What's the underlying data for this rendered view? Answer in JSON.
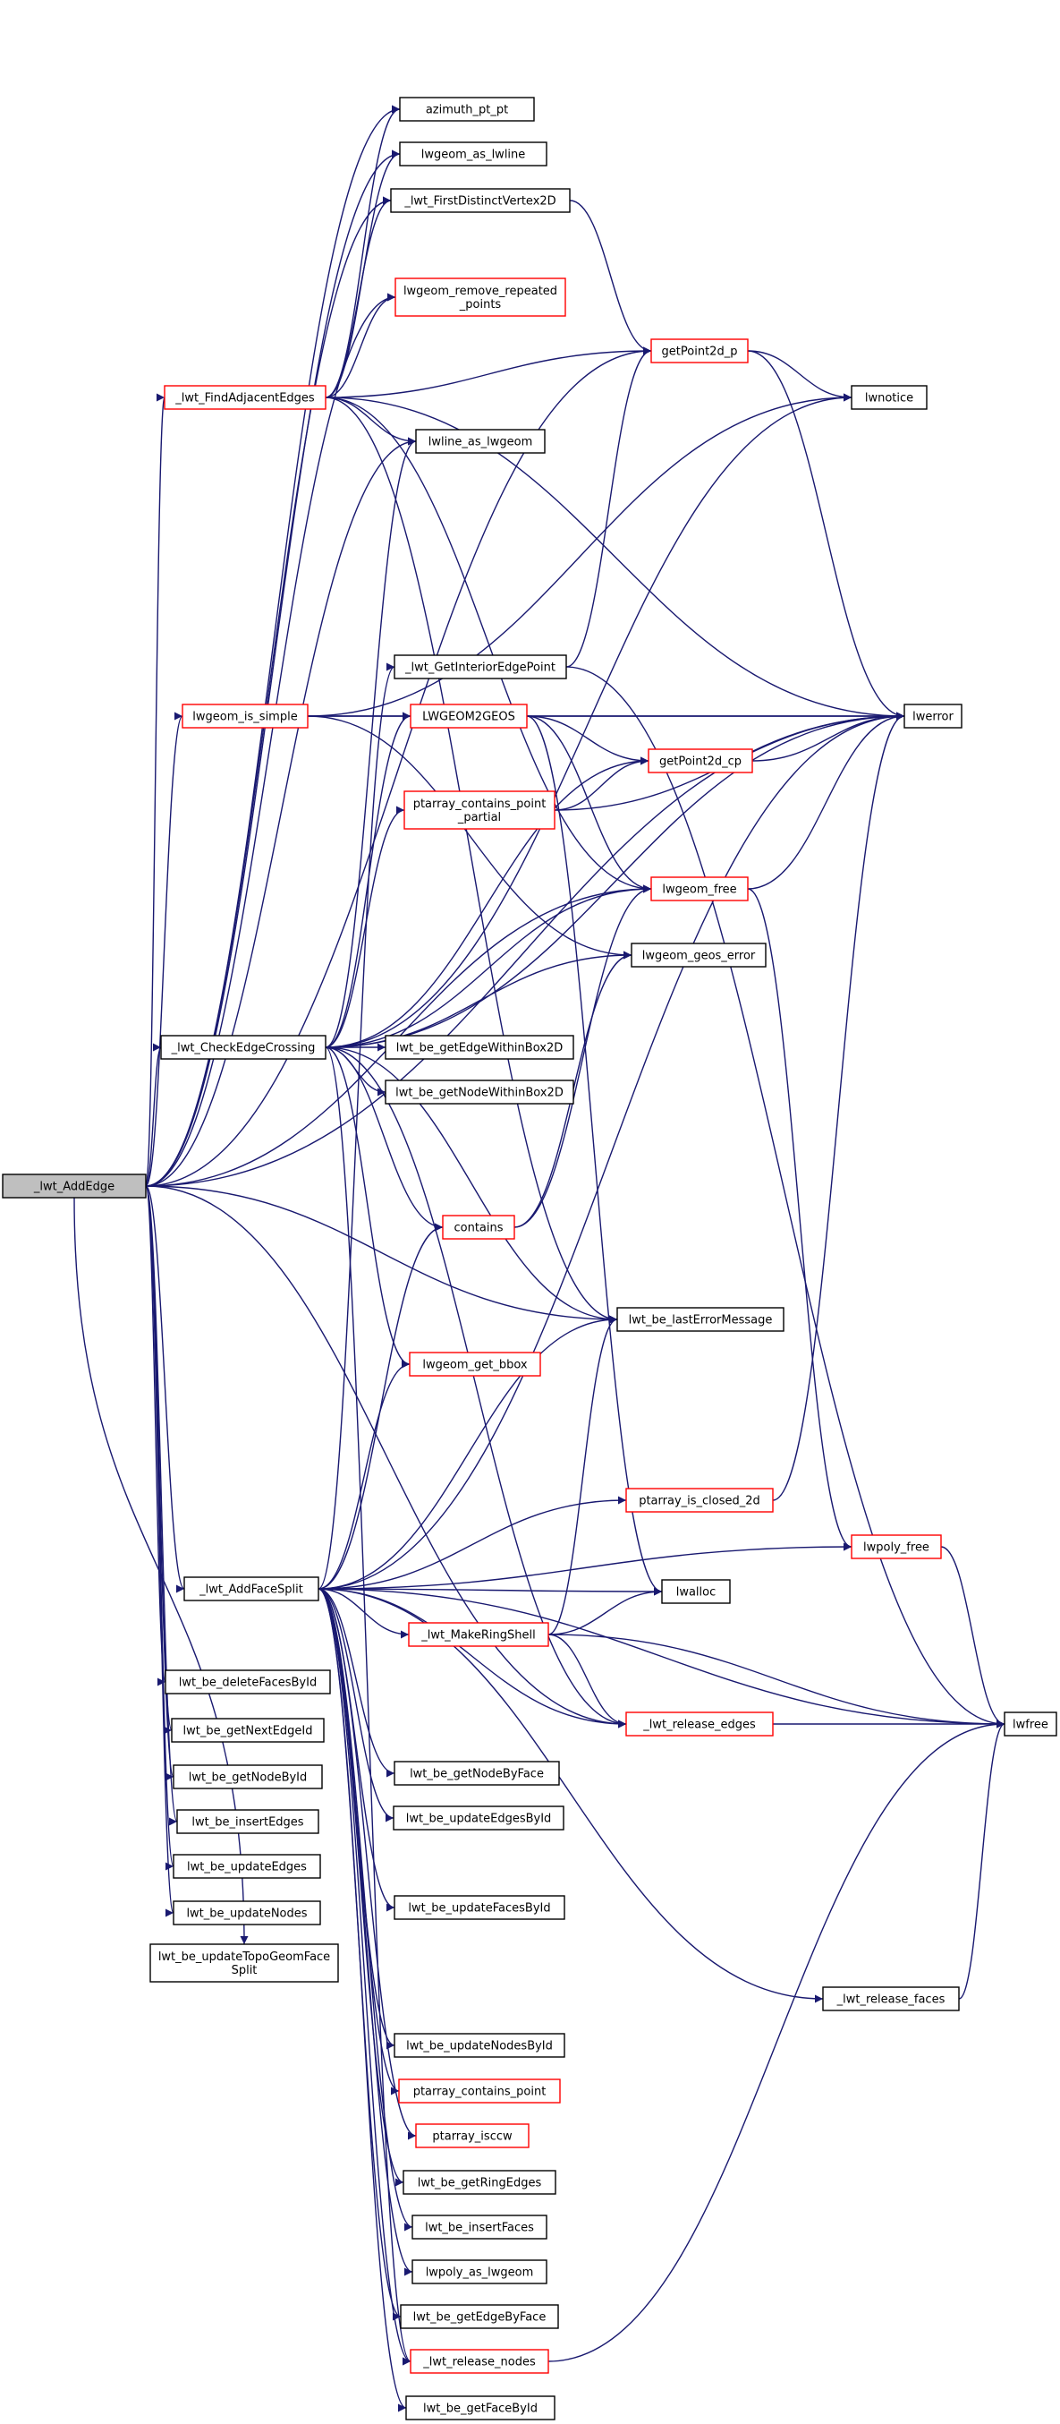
{
  "nodes": [
    {
      "id": "add_edge",
      "lines": [
        "_lwt_AddEdge"
      ],
      "style": "root"
    },
    {
      "id": "azimuth",
      "lines": [
        "azimuth_pt_pt"
      ],
      "style": "normal"
    },
    {
      "id": "as_lwline",
      "lines": [
        "lwgeom_as_lwline"
      ],
      "style": "normal"
    },
    {
      "id": "first_distinct",
      "lines": [
        "_lwt_FirstDistinctVertex2D"
      ],
      "style": "normal"
    },
    {
      "id": "remove_repeated",
      "lines": [
        "lwgeom_remove_repeated",
        "_points"
      ],
      "style": "red"
    },
    {
      "id": "find_adjacent",
      "lines": [
        "_lwt_FindAdjacentEdges"
      ],
      "style": "red"
    },
    {
      "id": "getpoint2d_p",
      "lines": [
        "getPoint2d_p"
      ],
      "style": "red"
    },
    {
      "id": "lwnotice",
      "lines": [
        "lwnotice"
      ],
      "style": "normal"
    },
    {
      "id": "lwline_as",
      "lines": [
        "lwline_as_lwgeom"
      ],
      "style": "normal"
    },
    {
      "id": "interior_pt",
      "lines": [
        "_lwt_GetInteriorEdgePoint"
      ],
      "style": "normal"
    },
    {
      "id": "is_simple",
      "lines": [
        "lwgeom_is_simple"
      ],
      "style": "red"
    },
    {
      "id": "lwgeom2geos",
      "lines": [
        "LWGEOM2GEOS"
      ],
      "style": "red"
    },
    {
      "id": "lwerror",
      "lines": [
        "lwerror"
      ],
      "style": "normal"
    },
    {
      "id": "getpoint2d_cp",
      "lines": [
        "getPoint2d_cp"
      ],
      "style": "red"
    },
    {
      "id": "contains_partial",
      "lines": [
        "ptarray_contains_point",
        "_partial"
      ],
      "style": "red"
    },
    {
      "id": "lwgeom_free",
      "lines": [
        "lwgeom_free"
      ],
      "style": "red"
    },
    {
      "id": "geos_error",
      "lines": [
        "lwgeom_geos_error"
      ],
      "style": "normal"
    },
    {
      "id": "check_crossing",
      "lines": [
        "_lwt_CheckEdgeCrossing"
      ],
      "style": "normal"
    },
    {
      "id": "edge_box",
      "lines": [
        "lwt_be_getEdgeWithinBox2D"
      ],
      "style": "normal"
    },
    {
      "id": "node_box",
      "lines": [
        "lwt_be_getNodeWithinBox2D"
      ],
      "style": "normal"
    },
    {
      "id": "contains",
      "lines": [
        "contains"
      ],
      "style": "red"
    },
    {
      "id": "last_error",
      "lines": [
        "lwt_be_lastErrorMessage"
      ],
      "style": "normal"
    },
    {
      "id": "get_bbox",
      "lines": [
        "lwgeom_get_bbox"
      ],
      "style": "red"
    },
    {
      "id": "is_closed",
      "lines": [
        "ptarray_is_closed_2d"
      ],
      "style": "red"
    },
    {
      "id": "poly_free",
      "lines": [
        "lwpoly_free"
      ],
      "style": "red"
    },
    {
      "id": "add_face_split",
      "lines": [
        "_lwt_AddFaceSplit"
      ],
      "style": "normal"
    },
    {
      "id": "lwalloc",
      "lines": [
        "lwalloc"
      ],
      "style": "normal"
    },
    {
      "id": "make_ring",
      "lines": [
        "_lwt_MakeRingShell"
      ],
      "style": "red"
    },
    {
      "id": "del_faces",
      "lines": [
        "lwt_be_deleteFacesById"
      ],
      "style": "normal"
    },
    {
      "id": "release_edges",
      "lines": [
        "_lwt_release_edges"
      ],
      "style": "red"
    },
    {
      "id": "lwfree",
      "lines": [
        "lwfree"
      ],
      "style": "normal"
    },
    {
      "id": "next_edge",
      "lines": [
        "lwt_be_getNextEdgeId"
      ],
      "style": "normal"
    },
    {
      "id": "node_by_id",
      "lines": [
        "lwt_be_getNodeById"
      ],
      "style": "normal"
    },
    {
      "id": "node_by_face",
      "lines": [
        "lwt_be_getNodeByFace"
      ],
      "style": "normal"
    },
    {
      "id": "insert_edges",
      "lines": [
        "lwt_be_insertEdges"
      ],
      "style": "normal"
    },
    {
      "id": "upd_edges_id",
      "lines": [
        "lwt_be_updateEdgesById"
      ],
      "style": "normal"
    },
    {
      "id": "upd_edges",
      "lines": [
        "lwt_be_updateEdges"
      ],
      "style": "normal"
    },
    {
      "id": "upd_nodes",
      "lines": [
        "lwt_be_updateNodes"
      ],
      "style": "normal"
    },
    {
      "id": "upd_faces_id",
      "lines": [
        "lwt_be_updateFacesById"
      ],
      "style": "normal"
    },
    {
      "id": "upd_topo",
      "lines": [
        "lwt_be_updateTopoGeomFace",
        "Split"
      ],
      "style": "normal"
    },
    {
      "id": "release_faces",
      "lines": [
        "_lwt_release_faces"
      ],
      "style": "normal"
    },
    {
      "id": "upd_nodes_id",
      "lines": [
        "lwt_be_updateNodesById"
      ],
      "style": "normal"
    },
    {
      "id": "contains_point",
      "lines": [
        "ptarray_contains_point"
      ],
      "style": "red"
    },
    {
      "id": "isccw",
      "lines": [
        "ptarray_isccw"
      ],
      "style": "red"
    },
    {
      "id": "ring_edges",
      "lines": [
        "lwt_be_getRingEdges"
      ],
      "style": "normal"
    },
    {
      "id": "insert_faces",
      "lines": [
        "lwt_be_insertFaces"
      ],
      "style": "normal"
    },
    {
      "id": "poly_as",
      "lines": [
        "lwpoly_as_lwgeom"
      ],
      "style": "normal"
    },
    {
      "id": "edge_by_face",
      "lines": [
        "lwt_be_getEdgeByFace"
      ],
      "style": "normal"
    },
    {
      "id": "release_nodes",
      "lines": [
        "_lwt_release_nodes"
      ],
      "style": "red"
    },
    {
      "id": "face_by_id",
      "lines": [
        "lwt_be_getFaceById"
      ],
      "style": "normal"
    }
  ],
  "edges": [
    [
      "add_edge",
      "azimuth"
    ],
    [
      "add_edge",
      "as_lwline"
    ],
    [
      "add_edge",
      "first_distinct"
    ],
    [
      "add_edge",
      "getpoint2d_p"
    ],
    [
      "add_edge",
      "remove_repeated"
    ],
    [
      "add_edge",
      "lwerror"
    ],
    [
      "add_edge",
      "find_adjacent"
    ],
    [
      "add_edge",
      "lwline_as"
    ],
    [
      "add_edge",
      "is_simple"
    ],
    [
      "add_edge",
      "check_crossing"
    ],
    [
      "add_edge",
      "lwgeom_free"
    ],
    [
      "add_edge",
      "last_error"
    ],
    [
      "add_edge",
      "add_face_split"
    ],
    [
      "add_edge",
      "del_faces"
    ],
    [
      "add_edge",
      "next_edge"
    ],
    [
      "add_edge",
      "node_by_id"
    ],
    [
      "add_edge",
      "insert_edges"
    ],
    [
      "add_edge",
      "upd_edges"
    ],
    [
      "add_edge",
      "upd_nodes"
    ],
    [
      "add_edge",
      "upd_topo"
    ],
    [
      "add_edge",
      "release_edges"
    ],
    [
      "find_adjacent",
      "azimuth"
    ],
    [
      "find_adjacent",
      "as_lwline"
    ],
    [
      "find_adjacent",
      "first_distinct"
    ],
    [
      "find_adjacent",
      "remove_repeated"
    ],
    [
      "find_adjacent",
      "getpoint2d_p"
    ],
    [
      "find_adjacent",
      "lwline_as"
    ],
    [
      "find_adjacent",
      "lwerror"
    ],
    [
      "find_adjacent",
      "lwgeom_free"
    ],
    [
      "find_adjacent",
      "last_error"
    ],
    [
      "first_distinct",
      "getpoint2d_p"
    ],
    [
      "getpoint2d_p",
      "lwnotice"
    ],
    [
      "getpoint2d_p",
      "lwerror"
    ],
    [
      "is_simple",
      "lwnotice"
    ],
    [
      "is_simple",
      "lwgeom2geos"
    ],
    [
      "is_simple",
      "lwerror"
    ],
    [
      "is_simple",
      "geos_error"
    ],
    [
      "interior_pt",
      "getpoint2d_p"
    ],
    [
      "interior_pt",
      "lwfree"
    ],
    [
      "lwgeom2geos",
      "lwerror"
    ],
    [
      "lwgeom2geos",
      "getpoint2d_cp"
    ],
    [
      "lwgeom2geos",
      "lwgeom_free"
    ],
    [
      "lwgeom2geos",
      "lwalloc"
    ],
    [
      "getpoint2d_cp",
      "lwerror"
    ],
    [
      "contains_partial",
      "getpoint2d_cp"
    ],
    [
      "contains_partial",
      "lwerror"
    ],
    [
      "lwgeom_free",
      "lwerror"
    ],
    [
      "lwgeom_free",
      "poly_free"
    ],
    [
      "check_crossing",
      "lwline_as"
    ],
    [
      "check_crossing",
      "lwnotice"
    ],
    [
      "check_crossing",
      "lwgeom2geos"
    ],
    [
      "check_crossing",
      "lwerror"
    ],
    [
      "check_crossing",
      "getpoint2d_cp"
    ],
    [
      "check_crossing",
      "contains_partial"
    ],
    [
      "check_crossing",
      "lwgeom_free"
    ],
    [
      "check_crossing",
      "geos_error"
    ],
    [
      "check_crossing",
      "edge_box"
    ],
    [
      "check_crossing",
      "node_box"
    ],
    [
      "check_crossing",
      "contains"
    ],
    [
      "check_crossing",
      "last_error"
    ],
    [
      "check_crossing",
      "get_bbox"
    ],
    [
      "check_crossing",
      "release_edges"
    ],
    [
      "check_crossing",
      "release_nodes"
    ],
    [
      "contains",
      "lwgeom_free"
    ],
    [
      "contains",
      "geos_error"
    ],
    [
      "is_closed",
      "lwerror"
    ],
    [
      "poly_free",
      "lwfree"
    ],
    [
      "add_face_split",
      "interior_pt"
    ],
    [
      "add_face_split",
      "contains"
    ],
    [
      "add_face_split",
      "get_bbox"
    ],
    [
      "add_face_split",
      "last_error"
    ],
    [
      "add_face_split",
      "lwerror"
    ],
    [
      "add_face_split",
      "is_closed"
    ],
    [
      "add_face_split",
      "poly_free"
    ],
    [
      "add_face_split",
      "lwalloc"
    ],
    [
      "add_face_split",
      "make_ring"
    ],
    [
      "add_face_split",
      "release_edges"
    ],
    [
      "add_face_split",
      "lwfree"
    ],
    [
      "add_face_split",
      "node_by_face"
    ],
    [
      "add_face_split",
      "upd_edges_id"
    ],
    [
      "add_face_split",
      "upd_faces_id"
    ],
    [
      "add_face_split",
      "release_faces"
    ],
    [
      "add_face_split",
      "upd_nodes_id"
    ],
    [
      "add_face_split",
      "contains_point"
    ],
    [
      "add_face_split",
      "isccw"
    ],
    [
      "add_face_split",
      "ring_edges"
    ],
    [
      "add_face_split",
      "insert_faces"
    ],
    [
      "add_face_split",
      "poly_as"
    ],
    [
      "add_face_split",
      "edge_by_face"
    ],
    [
      "add_face_split",
      "release_nodes"
    ],
    [
      "add_face_split",
      "face_by_id"
    ],
    [
      "make_ring",
      "last_error"
    ],
    [
      "make_ring",
      "lwalloc"
    ],
    [
      "make_ring",
      "release_edges"
    ],
    [
      "make_ring",
      "lwfree"
    ],
    [
      "release_edges",
      "lwfree"
    ],
    [
      "release_faces",
      "lwfree"
    ],
    [
      "release_nodes",
      "lwfree"
    ]
  ]
}
